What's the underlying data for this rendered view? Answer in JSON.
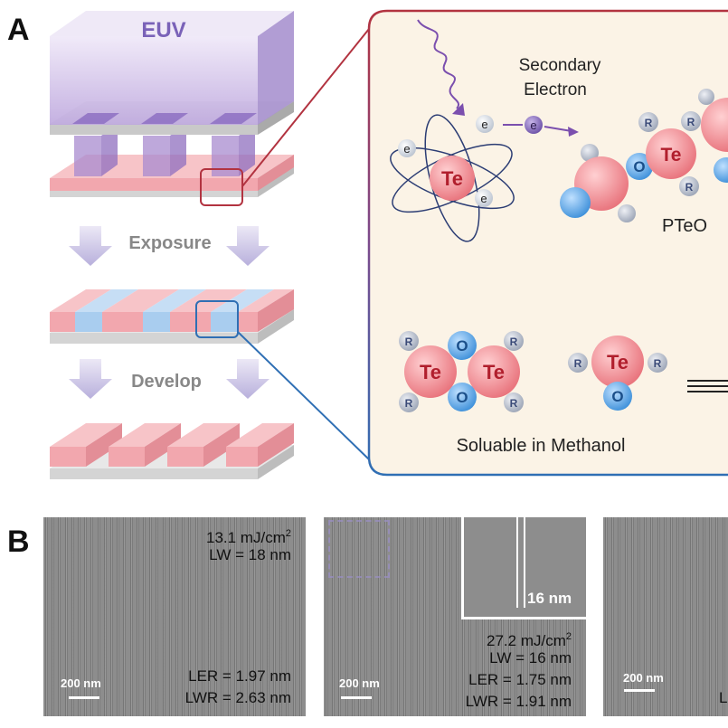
{
  "panelA": {
    "label": "A",
    "euv_label": "EUV",
    "exposure_label": "Exposure",
    "develop_label": "Develop",
    "secondary_electron": [
      "Secondary",
      "Electron"
    ],
    "electron_symbol": "e",
    "te_symbol": "Te",
    "o_symbol": "O",
    "r_symbol": "R",
    "pteo_label": "PTeO",
    "soluble_label": "Soluable in Methanol"
  },
  "panelB": {
    "label": "B",
    "images": [
      {
        "dose_value": "13.1 mJ/cm",
        "dose_sup": "2",
        "lw": "LW = 18 nm",
        "ler": "LER = 1.97 nm",
        "lwr": "LWR = 2.63 nm",
        "scale": "200 nm"
      },
      {
        "dose_value": "27.2 mJ/cm",
        "dose_sup": "2",
        "lw": "LW = 16 nm",
        "ler": "LER = 1.75 nm",
        "lwr": "LWR = 1.91 nm",
        "scale": "200 nm",
        "inset_label": "16 nm"
      },
      {
        "scale": "200 nm",
        "partial_text": "L"
      }
    ]
  },
  "colors": {
    "euv": "#b9a4dc",
    "resist": "#f2a7ae",
    "exposed": "#a9cdef",
    "frame_red": "#b23340",
    "frame_blue": "#2f6fb4"
  }
}
